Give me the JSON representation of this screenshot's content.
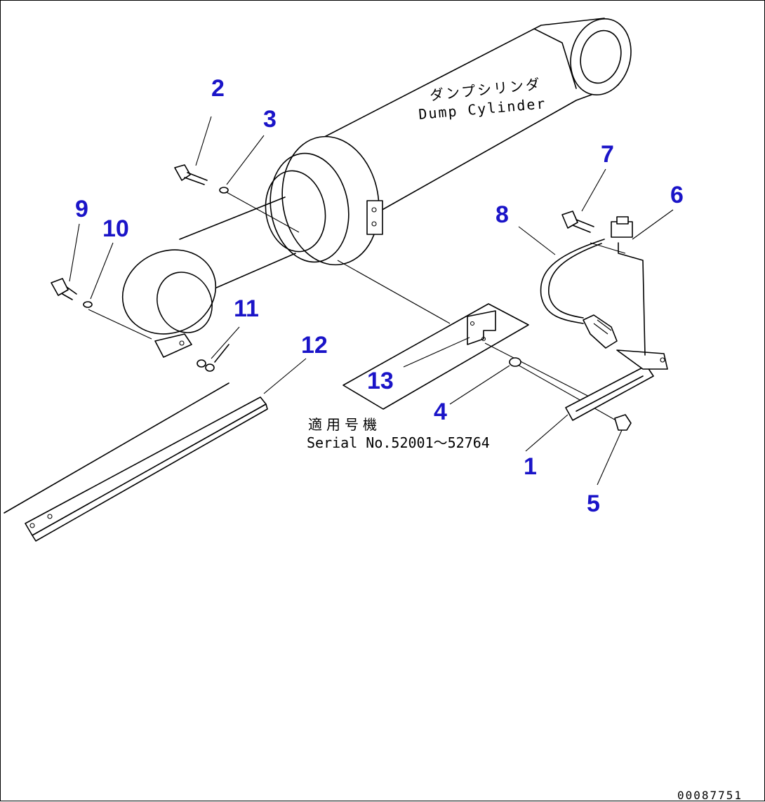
{
  "diagram": {
    "part_label_jp": "ダンプシリンダ",
    "part_label_en": "Dump Cylinder",
    "serial_label_jp": "適用号機",
    "serial_label_en": "Serial No.52001～52764",
    "drawing_code": "00087751"
  },
  "callouts": [
    "1",
    "2",
    "3",
    "4",
    "5",
    "6",
    "7",
    "8",
    "9",
    "10",
    "11",
    "12",
    "13"
  ],
  "colors": {
    "callout": "#1a14c8",
    "line": "#000000",
    "background": "#ffffff"
  }
}
